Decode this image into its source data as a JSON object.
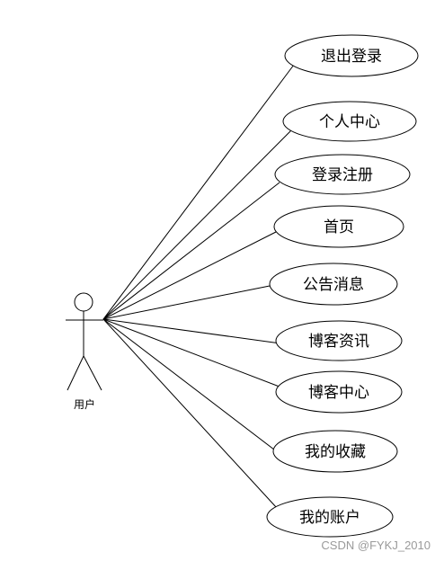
{
  "actor": {
    "label": "用户"
  },
  "use_cases": [
    {
      "label": "退出登录"
    },
    {
      "label": "个人中心"
    },
    {
      "label": "登录注册"
    },
    {
      "label": "首页"
    },
    {
      "label": "公告消息"
    },
    {
      "label": "博客资讯"
    },
    {
      "label": "博客中心"
    },
    {
      "label": "我的收藏"
    },
    {
      "label": "我的账户"
    }
  ],
  "watermark": "CSDN @FYKJ_2010"
}
